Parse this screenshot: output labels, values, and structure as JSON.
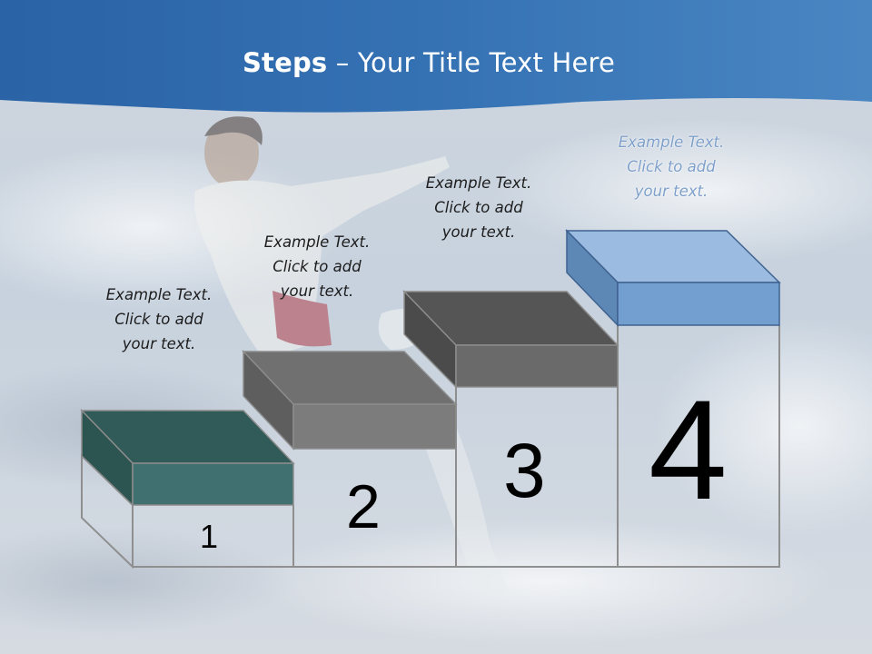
{
  "slide": {
    "title_bold": "Steps",
    "title_rest": " – Your Title Text Here",
    "colors": {
      "header_blue": "#2f6dae",
      "step1_top": "#2f5956",
      "step1_front": "#3f6b68",
      "step2_top": "#6e6e6e",
      "step2_front": "#7a7a7a",
      "step3_top": "#505050",
      "step3_front": "#666666",
      "step4_top": "#5b86b3",
      "step4_front": "#6f9ccd"
    },
    "steps": [
      {
        "number": "1",
        "lines": [
          "Example Text.",
          "Click  to add",
          "your text."
        ]
      },
      {
        "number": "2",
        "lines": [
          "Example Text.",
          "Click  to add",
          "your text."
        ]
      },
      {
        "number": "3",
        "lines": [
          "Example Text.",
          "Click  to add",
          "your text."
        ]
      },
      {
        "number": "4",
        "lines": [
          "Example Text.",
          "Click  to add",
          "your text."
        ]
      }
    ]
  }
}
